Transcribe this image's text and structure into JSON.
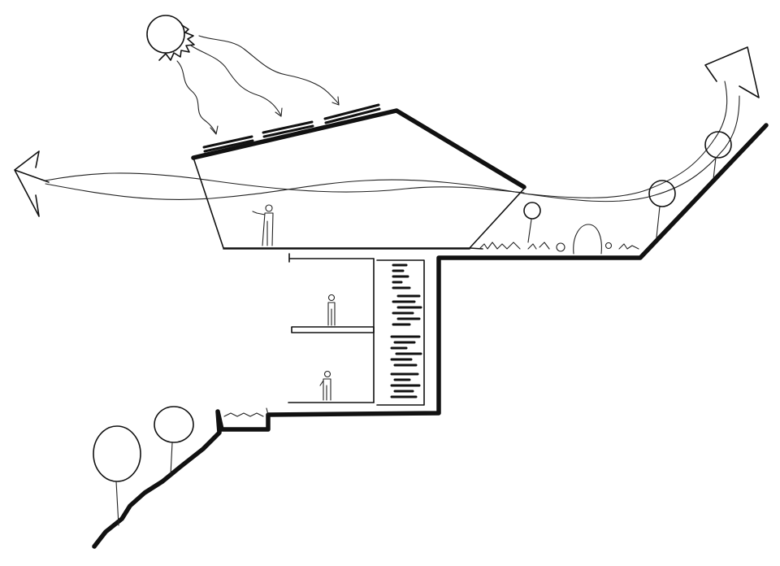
{
  "diagram": {
    "colors": {
      "ink": "#111111",
      "paper": "#ffffff"
    },
    "elements": [
      "sun-icon",
      "sun-ray-arrow",
      "solar-panel",
      "building-roof",
      "upper-floor-glazing",
      "wind-arrow-left",
      "wind-arrow-right",
      "figure-person",
      "tree-icon",
      "bookshelf-wall",
      "retaining-wall",
      "ground-line"
    ]
  }
}
